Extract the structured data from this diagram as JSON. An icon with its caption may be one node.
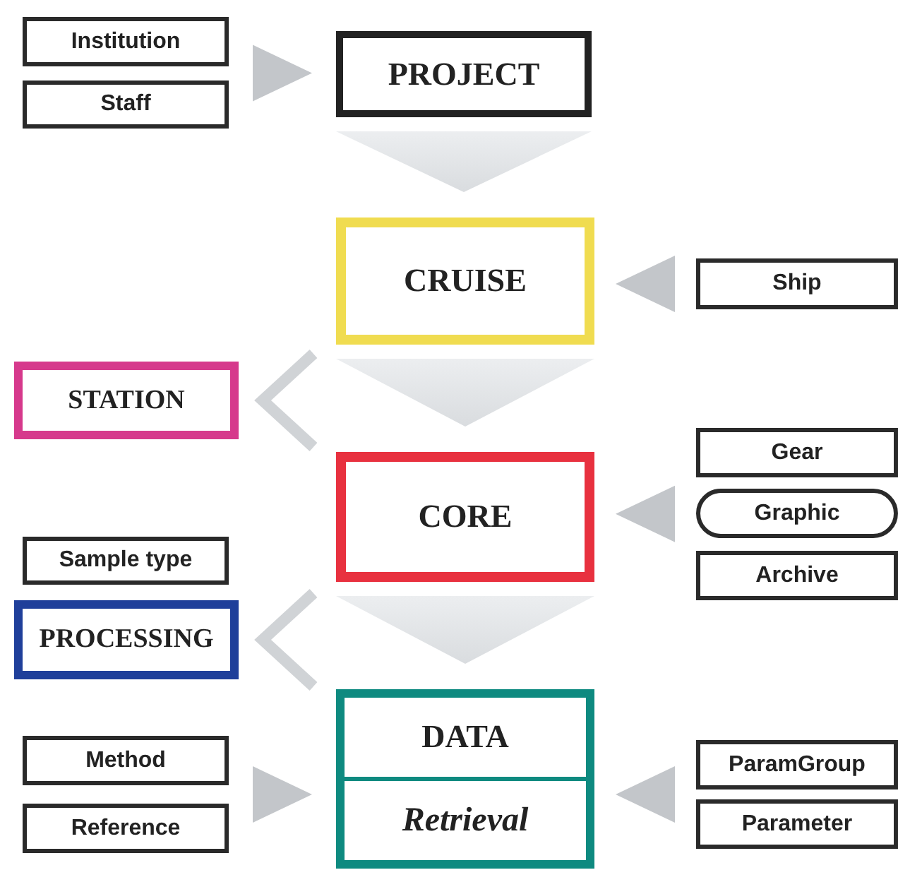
{
  "diagram": {
    "nodes": [
      {
        "text": [
          "Institution"
        ]
      },
      {
        "text": [
          "Staff"
        ]
      },
      {
        "text": [
          "PROJECT"
        ]
      },
      {
        "text": [
          "CRUISE"
        ]
      },
      {
        "text": [
          "Ship"
        ]
      },
      {
        "text": [
          "STATION"
        ]
      },
      {
        "text": [
          "CORE"
        ]
      },
      {
        "text": [
          "Gear"
        ]
      },
      {
        "text": [
          "Graphic"
        ]
      },
      {
        "text": [
          "Archive"
        ]
      },
      {
        "text": [
          "Sample type"
        ]
      },
      {
        "text": [
          "PROCESSING"
        ]
      },
      {
        "text": [
          "DATA",
          "Retrieval"
        ]
      },
      {
        "text": [
          "Method"
        ]
      },
      {
        "text": [
          "Reference"
        ]
      },
      {
        "text": [
          "ParamGroup"
        ]
      },
      {
        "text": [
          "Parameter"
        ]
      }
    ],
    "edges": [
      {
        "from": 0,
        "to": 2,
        "arrow": "to"
      },
      {
        "from": 1,
        "to": 2,
        "arrow": "to"
      },
      {
        "from": 2,
        "to": 3,
        "arrow": "to"
      },
      {
        "from": 4,
        "to": 3,
        "arrow": "to"
      },
      {
        "from": 3,
        "to": 5,
        "arrow": "to"
      },
      {
        "from": 3,
        "to": 6,
        "arrow": "to"
      },
      {
        "from": 7,
        "to": 6,
        "arrow": "to"
      },
      {
        "from": 8,
        "to": 6,
        "arrow": "to"
      },
      {
        "from": 9,
        "to": 6,
        "arrow": "to"
      },
      {
        "from": 6,
        "to": 11,
        "arrow": "to"
      },
      {
        "from": 6,
        "to": 12,
        "arrow": "to"
      },
      {
        "from": 13,
        "to": 12,
        "arrow": "to"
      },
      {
        "from": 14,
        "to": 12,
        "arrow": "to"
      },
      {
        "from": 15,
        "to": 12,
        "arrow": "to"
      },
      {
        "from": 16,
        "to": 12,
        "arrow": "to"
      }
    ]
  }
}
